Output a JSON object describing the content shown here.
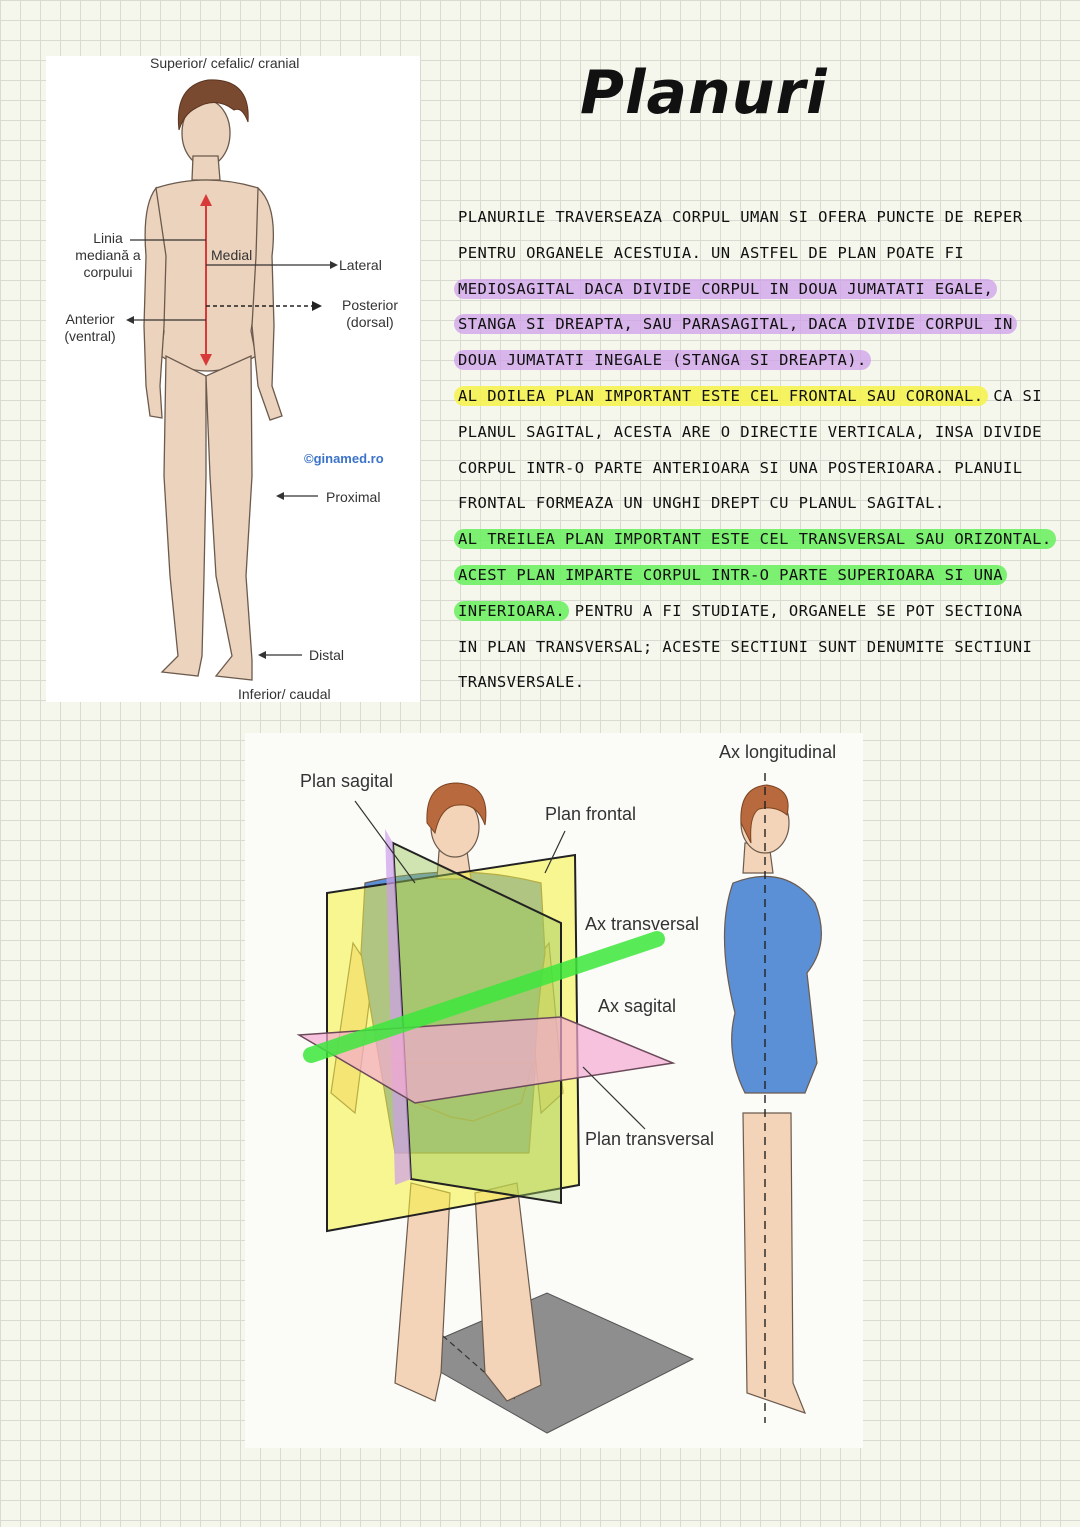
{
  "title": "Planuri",
  "fig1": {
    "superior": "Superior/ cefalic/ cranial",
    "inferior": "Inferior/ caudal",
    "linia": "Linia",
    "mediana": "mediană a",
    "corpului": "corpului",
    "medial": "Medial",
    "lateral": "Lateral",
    "anterior": "Anterior",
    "ventral": "(ventral)",
    "posterior": "Posterior",
    "dorsal": "(dorsal)",
    "watermark": "©ginamed.ro",
    "proximal": "Proximal",
    "distal": "Distal"
  },
  "notes": {
    "l1": "Planurile traverseaza corpul uman si ofera puncte de reper",
    "l2": "pentru organele acestuia. Un astfel de plan poate fi",
    "l3": "mediosagital daca divide corpul in doua jumatati egale,",
    "l4": "stanga si dreapta, sau parasagital, daca divide corpul in",
    "l5": "doua jumatati inegale (stanga si dreapta).",
    "l6a": "Al doilea plan important este cel frontal sau coronal.",
    "l6b": "Ca si",
    "l7": "planul sagital, acesta are o directie verticala, insa divide",
    "l8": "corpul intr-o parte anterioara si una posterioara. Planuil",
    "l9": "frontal formeaza un unghi drept cu planul sagital.",
    "l10": "Al treilea plan important este cel transversal sau orizontal.",
    "l11": "Acest plan imparte corpul intr-o parte superioara si una",
    "l12a": "inferioara.",
    "l12b": "Pentru a fi studiate, organele se pot sectiona",
    "l13": "in plan transversal; aceste sectiuni sunt denumite sectiuni",
    "l14": "transversale."
  },
  "fig2": {
    "plan_sagital": "Plan sagital",
    "plan_frontal": "Plan frontal",
    "ax_longitudinal": "Ax longitudinal",
    "ax_transversal": "Ax transversal",
    "ax_sagital": "Ax sagital",
    "plan_transversal": "Plan transversal"
  },
  "colors": {
    "skin": "#ecd3be",
    "arrow_red": "#d83a3a",
    "highlight_purple": "#cda0eb",
    "highlight_yellow": "#f5f250",
    "highlight_green": "#6eee64",
    "suit_blue": "#5b8fd6"
  }
}
